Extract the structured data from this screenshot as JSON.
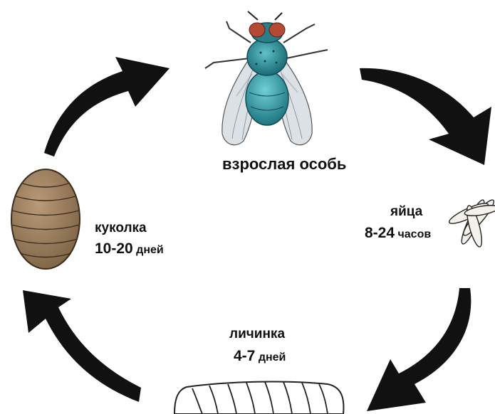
{
  "stages": {
    "adult": {
      "label": "взрослая особь"
    },
    "eggs": {
      "label": "яйца",
      "duration_value": "8-24",
      "duration_unit": "часов"
    },
    "larva": {
      "label": "личинка",
      "duration_value": "4-7",
      "duration_unit": "дней"
    },
    "pupa": {
      "label": "куколка",
      "duration_value": "10-20",
      "duration_unit": "дней"
    }
  },
  "colors": {
    "arrow": "#111111",
    "fly_body": "#2a8f9a",
    "fly_eye": "#b5412e",
    "wing": "#cfd6da",
    "pupa_fill": "#a08462",
    "larva_fill": "#ffffff"
  },
  "icons": [
    "cycle-arrow",
    "fly-icon",
    "eggs-icon",
    "larva-icon",
    "pupa-icon"
  ]
}
